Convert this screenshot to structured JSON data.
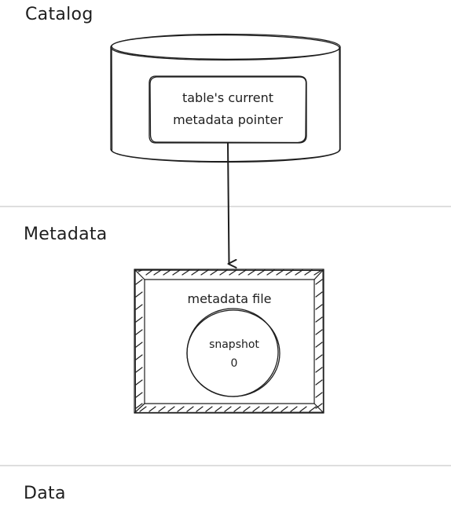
{
  "layers": {
    "catalog": "Catalog",
    "metadata": "Metadata",
    "data": "Data"
  },
  "catalog_box": {
    "line1": "table's current",
    "line2": "metadata pointer"
  },
  "metadata_file": {
    "label": "metadata file",
    "snapshot": {
      "line1": "snapshot",
      "line2": "0"
    }
  },
  "colors": {
    "stroke": "#1e1e1e",
    "divider": "#d4d4d4",
    "background": "#ffffff"
  }
}
